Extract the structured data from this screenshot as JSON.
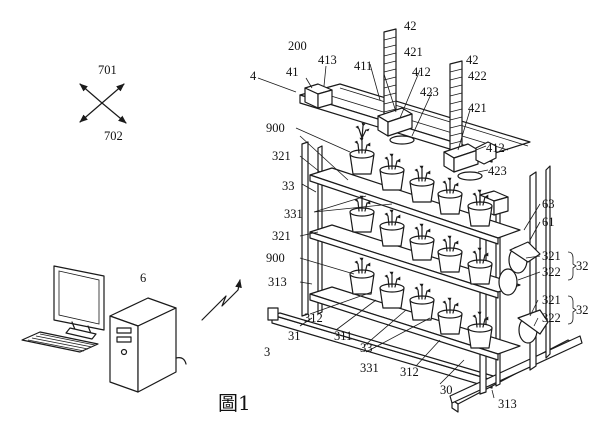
{
  "caption": "圖1",
  "labels": {
    "n42a": "42",
    "n42b": "42",
    "n421a": "421",
    "n421b": "421",
    "n422": "422",
    "n412a": "412",
    "n412b": "412",
    "n423a": "423",
    "n423b": "423",
    "n411": "411",
    "n413": "413",
    "n41": "41",
    "n4": "4",
    "n200": "200",
    "n701": "701",
    "n702": "702",
    "n900a": "900",
    "n900b": "900",
    "n321a": "321",
    "n321b": "321",
    "n33a": "33",
    "n33b": "33",
    "n331a": "331",
    "n331b": "331",
    "n313a": "313",
    "n313b": "313",
    "n312a": "312",
    "n312b": "312",
    "n311": "311",
    "n31": "31",
    "n3": "3",
    "n30": "30",
    "n63": "63",
    "n61": "61",
    "n321c": "321",
    "n322a": "322",
    "n32a": "32",
    "n321d": "321",
    "n322b": "322",
    "n32b": "32",
    "n6": "6"
  }
}
